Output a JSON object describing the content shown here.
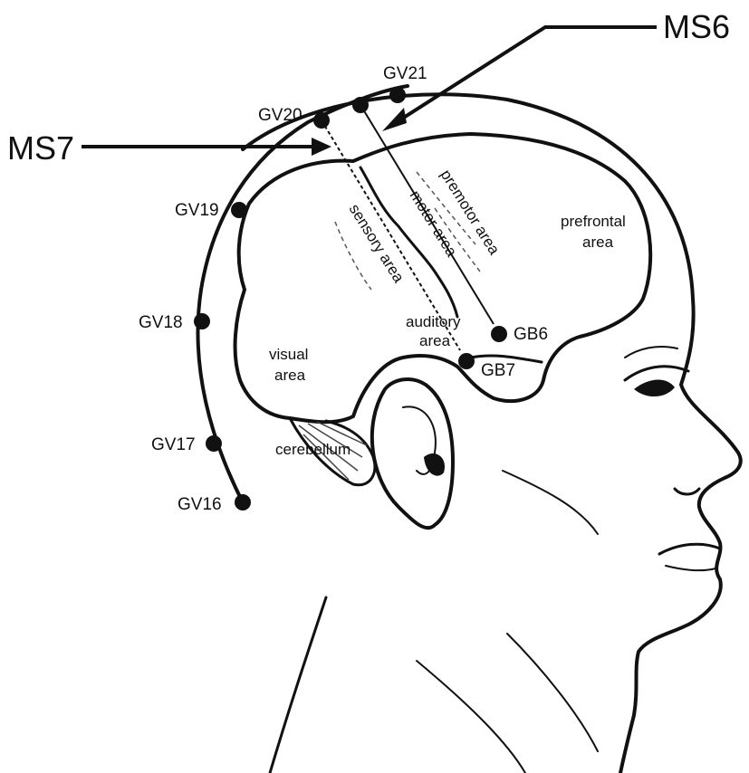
{
  "callouts": {
    "ms6": "MS6",
    "ms7": "MS7"
  },
  "points": {
    "gv21": "GV21",
    "gv20": "GV20",
    "gv19": "GV19",
    "gv18": "GV18",
    "gv17": "GV17",
    "gv16": "GV16",
    "gb6": "GB6",
    "gb7": "GB7"
  },
  "areas": {
    "premotor": "premotor area",
    "motor": "motor area",
    "sensory": "sensory area",
    "prefrontal_1": "prefrontal",
    "prefrontal_2": "area",
    "auditory_1": "auditory",
    "auditory_2": "area",
    "visual_1": "visual",
    "visual_2": "area",
    "cerebellum": "cerebellum"
  }
}
